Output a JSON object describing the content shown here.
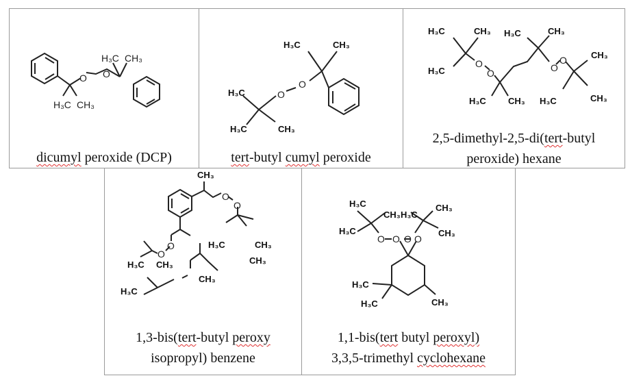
{
  "compounds": [
    {
      "caption": [
        [
          {
            "t": "dicumyl",
            "sq": true
          },
          {
            "t": " peroxide (DCP)"
          }
        ]
      ],
      "labels": [
        "H₃C",
        "CH₃",
        "H₃C",
        "CH₃",
        "O",
        "O"
      ]
    },
    {
      "caption": [
        [
          {
            "t": "tert",
            "sq": true
          },
          {
            "t": "-butyl "
          },
          {
            "t": "cumyl",
            "sq": true
          },
          {
            "t": " peroxide"
          }
        ]
      ],
      "labels": [
        "H₃C",
        "CH₃",
        "H₃C",
        "H₃C",
        "CH₃",
        "O",
        "O"
      ]
    },
    {
      "caption": [
        [
          {
            "t": "2,5-dimethyl-2,5-di("
          },
          {
            "t": "tert",
            "sq": true
          },
          {
            "t": "-butyl"
          }
        ],
        [
          {
            "t": "peroxide) hexane"
          }
        ]
      ],
      "labels": [
        "H₃C",
        "CH₃",
        "H₃C",
        "CH₃",
        "H₃C",
        "CH₃",
        "H₃C",
        "CH₃",
        "H₃C",
        "CH₃",
        "O",
        "O",
        "O",
        "O"
      ]
    },
    {
      "caption": [
        [
          {
            "t": "1,3-bis("
          },
          {
            "t": "tert",
            "sq": true
          },
          {
            "t": "-butyl "
          },
          {
            "t": "peroxy",
            "sq": true
          }
        ],
        [
          {
            "t": "isopropyl) benzene"
          }
        ]
      ],
      "labels": [
        "CH₃",
        "H₃C",
        "CH₃",
        "CH₃",
        "H₃C",
        "CH₃",
        "H₃C",
        "CH₃",
        "O",
        "O",
        "O",
        "O"
      ]
    },
    {
      "caption": [
        [
          {
            "t": "1,1-bis("
          },
          {
            "t": "tert",
            "sq": true
          },
          {
            "t": " butyl "
          },
          {
            "t": "peroxyl)",
            "sq": true
          }
        ],
        [
          {
            "t": "3,3,5-trimethyl "
          },
          {
            "t": "cyclohexane",
            "sq": true
          }
        ]
      ],
      "labels": [
        "H₃C",
        "CH₃",
        "H₃C",
        "CH₃",
        "H₃C",
        "CH₃",
        "H₃C",
        "H₃C",
        "CH₃",
        "O",
        "O",
        "O",
        "O"
      ]
    }
  ]
}
